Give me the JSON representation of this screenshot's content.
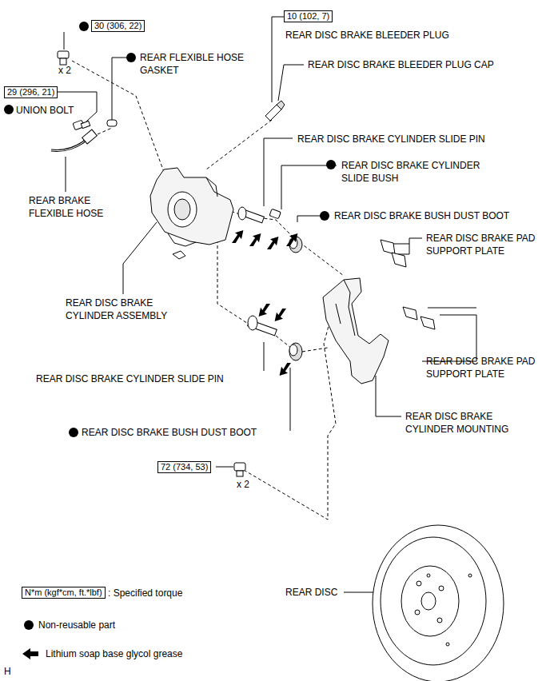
{
  "diagram": {
    "nodes": [
      {
        "text": [
          "30 (306, 22)"
        ]
      },
      {
        "text": [
          "10 (102, 7)"
        ]
      },
      {
        "text": [
          "29 (296, 21)"
        ]
      },
      {
        "text": [
          "72 (734, 53)"
        ]
      },
      {
        "text": [
          "N*m (kgf*cm, ft.*lbf)"
        ]
      }
    ],
    "labels": [
      "x 2",
      "REAR FLEXIBLE HOSE GASKET",
      "REAR DISC BRAKE BLEEDER PLUG",
      "REAR DISC BRAKE BLEEDER PLUG CAP",
      "UNION BOLT",
      "REAR DISC BRAKE CYLINDER SLIDE PIN",
      "REAR DISC BRAKE CYLINDER SLIDE BUSH",
      "REAR BRAKE FLEXIBLE HOSE",
      "REAR DISC BRAKE BUSH DUST BOOT",
      "REAR DISC BRAKE PAD SUPPORT PLATE",
      "REAR DISC BRAKE CYLINDER ASSEMBLY",
      "REAR DISC BRAKE PAD SUPPORT PLATE",
      "REAR DISC BRAKE CYLINDER SLIDE PIN",
      "REAR DISC BRAKE CYLINDER MOUNTING",
      "REAR DISC BRAKE BUSH DUST BOOT",
      "x 2",
      "REAR DISC",
      "H"
    ],
    "legend": [
      {
        "text": ": Specified torque"
      },
      {
        "text": "Non-reusable part"
      },
      {
        "text": "Lithium soap base glycol grease"
      }
    ]
  }
}
